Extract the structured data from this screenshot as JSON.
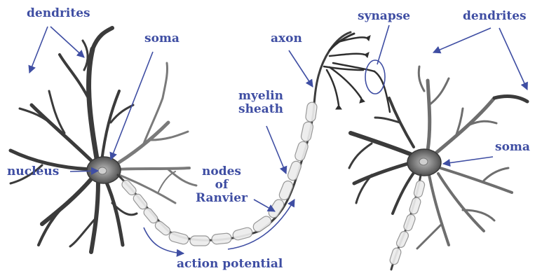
{
  "labels": {
    "dendrites_left": "dendrites",
    "soma_left": "soma",
    "nucleus": "nucleus",
    "axon": "axon",
    "myelin_sheath_line1": "myelin",
    "myelin_sheath_line2": "sheath",
    "nodes_line1": "nodes",
    "nodes_line2": "of",
    "nodes_line3": "Ranvier",
    "action_potential": "action potential",
    "synapse": "synapse",
    "dendrites_right": "dendrites",
    "soma_right": "soma"
  },
  "colors": {
    "label": "#3f4ea3",
    "arrow": "#3f4ea3",
    "neuron_dark": "#3d3d3d",
    "neuron_mid": "#6e6e6e",
    "myelin_fill": "#e9e9e9",
    "myelin_stroke": "#8a8a8a"
  }
}
